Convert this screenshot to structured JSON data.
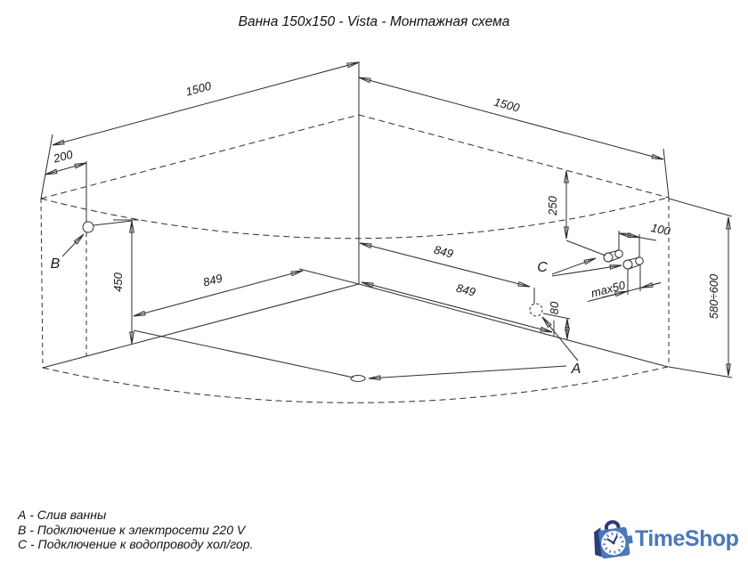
{
  "title": "Ванна 150x150 - Vista - Монтажная схема",
  "dimensions": {
    "wall_left": "1500",
    "wall_right": "1500",
    "offset_b": "200",
    "height_b": "450",
    "drain_left": "849",
    "drain_right_upper": "849",
    "drain_right_lower": "849",
    "depth_c": "250",
    "spacing_c": "100",
    "protrusion_c": "max50",
    "height_a": "80",
    "tub_height": "580÷600"
  },
  "callouts": {
    "a": "A",
    "b": "B",
    "c": "C"
  },
  "legend": {
    "items": [
      {
        "key": "A",
        "label": "А - Слив ванны"
      },
      {
        "key": "B",
        "label": "В - Подключение к электросети 220 V"
      },
      {
        "key": "C",
        "label": "С - Подключение к водопроводу хол/гор."
      }
    ]
  },
  "logo": {
    "text": "TimeShop"
  },
  "colors": {
    "line": "#2e2e2e",
    "text": "#111111",
    "logo_blue": "#4a78bb",
    "logo_navy": "#2d3d7a",
    "clock_face": "#ffffff"
  }
}
